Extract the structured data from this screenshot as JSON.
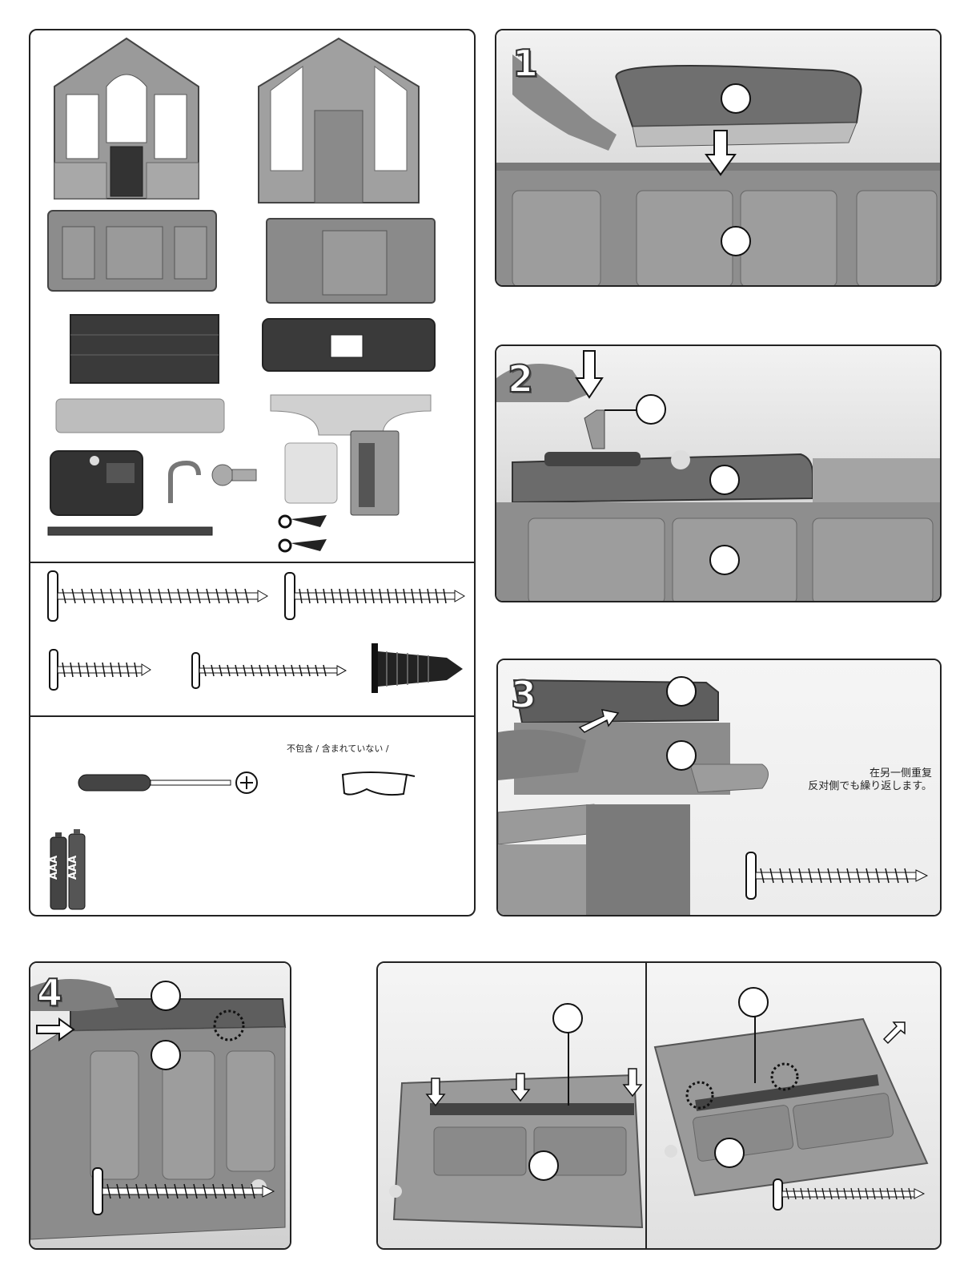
{
  "parts_panel": {
    "tools_note": "不包含 / 含まれていない /",
    "battery_label_1": "AAA",
    "battery_label_2": "AAA"
  },
  "step1": {
    "number": "1"
  },
  "step2": {
    "number": "2"
  },
  "step3": {
    "number": "3",
    "repeat_note_line1": "在另一侧重复",
    "repeat_note_line2": "反对側でも繰り返します。"
  },
  "step4": {
    "number": "4"
  }
}
